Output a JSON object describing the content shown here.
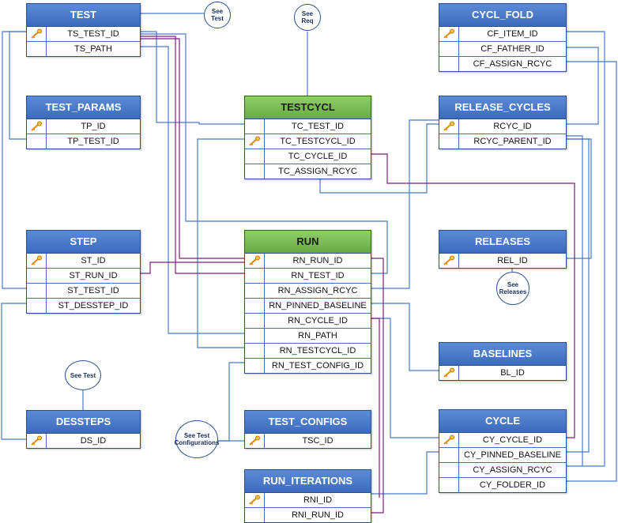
{
  "tables": {
    "test": {
      "title": "TEST",
      "fields": [
        "TS_TEST_ID",
        "TS_PATH"
      ]
    },
    "test_params": {
      "title": "TEST_PARAMS",
      "fields": [
        "TP_ID",
        "TP_TEST_ID"
      ]
    },
    "step": {
      "title": "STEP",
      "fields": [
        "ST_ID",
        "ST_RUN_ID",
        "ST_TEST_ID",
        "ST_DESSTEP_ID"
      ]
    },
    "dessteps": {
      "title": "DESSTEPS",
      "fields": [
        "DS_ID"
      ]
    },
    "testcycl": {
      "title": "TESTCYCL",
      "fields": [
        "TC_TEST_ID",
        "TC_TESTCYCL_ID",
        "TC_CYCLE_ID",
        "TC_ASSIGN_RCYC"
      ]
    },
    "run": {
      "title": "RUN",
      "fields": [
        "RN_RUN_ID",
        "RN_TEST_ID",
        "RN_ASSIGN_RCYC",
        "RN_PINNED_BASELINE",
        "RN_CYCLE_ID",
        "RN_PATH",
        "RN_TESTCYCL_ID",
        "RN_TEST_CONFIG_ID"
      ]
    },
    "test_configs": {
      "title": "TEST_CONFIGS",
      "fields": [
        "TSC_ID"
      ]
    },
    "run_iterations": {
      "title": "RUN_ITERATIONS",
      "fields": [
        "RNI_ID",
        "RNI_RUN_ID"
      ]
    },
    "cycl_fold": {
      "title": "CYCL_FOLD",
      "fields": [
        "CF_ITEM_ID",
        "CF_FATHER_ID",
        "CF_ASSIGN_RCYC"
      ]
    },
    "release_cycles": {
      "title": "RELEASE_CYCLES",
      "fields": [
        "RCYC_ID",
        "RCYC_PARENT_ID"
      ]
    },
    "releases": {
      "title": "RELEASES",
      "fields": [
        "REL_ID"
      ]
    },
    "baselines": {
      "title": "BASELINES",
      "fields": [
        "BL_ID"
      ]
    },
    "cycle": {
      "title": "CYCLE",
      "fields": [
        "CY_CYCLE_ID",
        "CY_PINNED_BASELINE",
        "CY_ASSIGN_RCYC",
        "CY_FOLDER_ID"
      ]
    }
  },
  "bubbles": {
    "see_test_top": [
      "See",
      "Test"
    ],
    "see_req": [
      "See",
      "Req"
    ],
    "see_releases": [
      "See",
      "Releases"
    ],
    "see_test_mid": [
      "See Test"
    ],
    "see_test_configs": [
      "See Test",
      "Configurations"
    ]
  },
  "colors": {
    "header_blue": "#3d6bbd",
    "header_green": "#6aaa45",
    "line_blue": "#4a78c2",
    "line_purple": "#7a1f7a"
  }
}
